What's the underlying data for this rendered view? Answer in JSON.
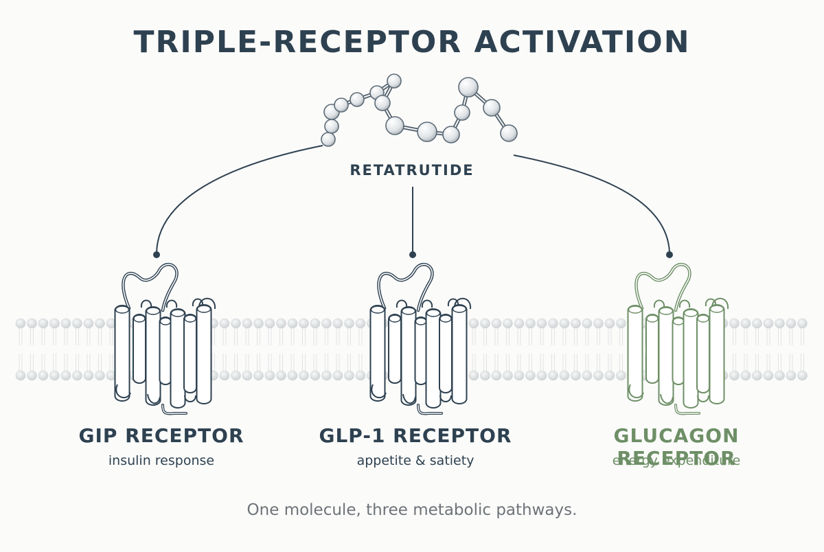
{
  "title": "TRIPLE-RECEPTOR ACTIVATION",
  "molecule": {
    "label": "RETATRUTIDE",
    "icon": "peptide-chain-icon"
  },
  "receptors": [
    {
      "name": "GIP RECEPTOR",
      "description": "insulin response",
      "color": "#2e4150",
      "icon": "gpcr-receptor-icon"
    },
    {
      "name": "GLP-1 RECEPTOR",
      "description": "appetite & satiety",
      "color": "#2e4150",
      "icon": "gpcr-receptor-icon"
    },
    {
      "name": "GLUCAGON RECEPTOR",
      "description": "energy expenditure",
      "color": "#6e8f66",
      "icon": "gpcr-receptor-icon"
    }
  ],
  "footer": "One molecule, three metabolic pathways.",
  "colors": {
    "ink": "#2e4150",
    "accent_green": "#6e8f66",
    "membrane": "#d9dcdd",
    "caption": "#6e7378"
  }
}
